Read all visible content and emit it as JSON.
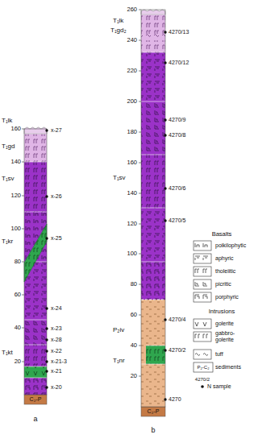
{
  "diagram": {
    "labels": [
      "T₁lk",
      "T₁gd",
      "T₁sv",
      "T₁kr",
      "T₁kt",
      "C₂-P",
      "160",
      "140",
      "120",
      "100",
      "80",
      "60",
      "40",
      "20",
      "x-27",
      "x-26",
      "x-25",
      "x-24",
      "x-23",
      "x-28",
      "x-22",
      "x-21-3",
      "x-21",
      "x-20",
      "a",
      "T₁lk",
      "T₁gd₂",
      "T₁sv",
      "P₂iv",
      "T₁nr",
      "C₂-P",
      "260",
      "240",
      "220",
      "200",
      "180",
      "160",
      "140",
      "120",
      "100",
      "80",
      "60",
      "40",
      "20",
      "4270/13",
      "4270/12",
      "4270/9",
      "4270/8",
      "4270/6",
      "4270/5",
      "4270/4",
      "4270/2",
      "4270",
      "b",
      "Basalts",
      "Intrusions",
      "P₂-C₂",
      "4270/2"
    ],
    "legend": [
      {
        "text": "poikilophytic"
      },
      {
        "text": "aphyric"
      },
      {
        "text": "tholeiitic"
      },
      {
        "text": "picritic"
      },
      {
        "text": "porphyric"
      },
      {
        "text": "golerite"
      },
      {
        "text": "gabbro-golerite"
      },
      {
        "text": "tuff"
      },
      {
        "text": "sediments"
      },
      {
        "text": "N sample"
      }
    ]
  }
}
